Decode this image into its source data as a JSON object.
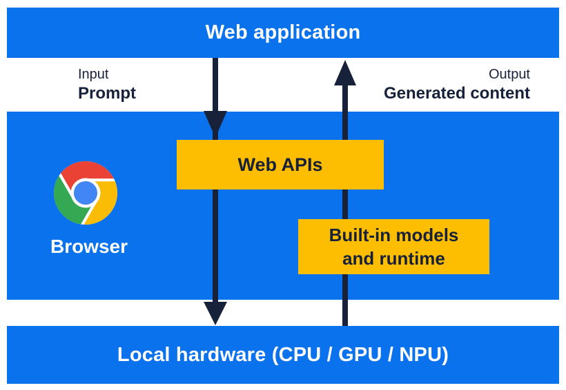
{
  "colors": {
    "band_blue": "#0b72ee",
    "box_yellow": "#fdbd00",
    "arrow_dark_navy": "#18213a",
    "text_white": "#ffffff",
    "chrome_red": "#ea4335",
    "chrome_green": "#34a853",
    "chrome_yellow": "#fbbc05",
    "chrome_blue": "#4285f4"
  },
  "top_bar": {
    "label": "Web application"
  },
  "io": {
    "input_caption": "Input",
    "input_label": "Prompt",
    "output_caption": "Output",
    "output_label": "Generated content"
  },
  "browser_panel": {
    "browser_label": "Browser",
    "web_apis_label": "Web APIs",
    "builtin_line1": "Built-in models",
    "builtin_line2": "and runtime"
  },
  "bottom_bar": {
    "label": "Local hardware (CPU / GPU / NPU)"
  },
  "arrows": [
    {
      "name": "prompt-flow",
      "direction": "down",
      "from": "Web application",
      "through": "Web APIs",
      "to": "Local hardware (CPU / GPU / NPU)"
    },
    {
      "name": "generated-content-flow",
      "direction": "up",
      "from": "Local hardware (CPU / GPU / NPU)",
      "through": "Built-in models and runtime",
      "to": "Web application"
    }
  ],
  "icons": {
    "chrome": "chrome-browser-logo"
  }
}
